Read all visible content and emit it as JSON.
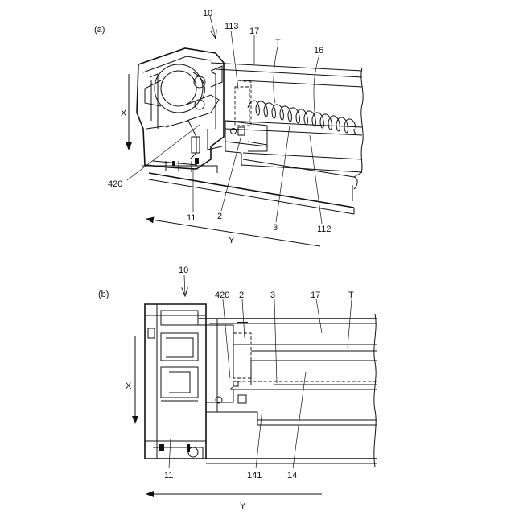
{
  "figure_a": {
    "panel_label": "(a)",
    "refs": {
      "r10": "10",
      "r113": "113",
      "r17": "17",
      "rT": "T",
      "r16": "16",
      "r420": "420",
      "r11": "11",
      "r2": "2",
      "r3": "3",
      "r112": "112"
    },
    "axis_x": "X",
    "axis_y": "Y"
  },
  "figure_b": {
    "panel_label": "(b)",
    "refs": {
      "r10": "10",
      "r420": "420",
      "r2": "2",
      "r3": "3",
      "r17": "17",
      "rT": "T",
      "r11": "11",
      "r141": "141",
      "r14": "14"
    },
    "axis_x": "X",
    "axis_y": "Y"
  },
  "icons": {
    "arrow_x_a": "down-arrow-icon",
    "arrow_y_a": "left-arrow-icon",
    "arrow_x_b": "down-arrow-icon",
    "arrow_y_b": "left-arrow-icon"
  }
}
